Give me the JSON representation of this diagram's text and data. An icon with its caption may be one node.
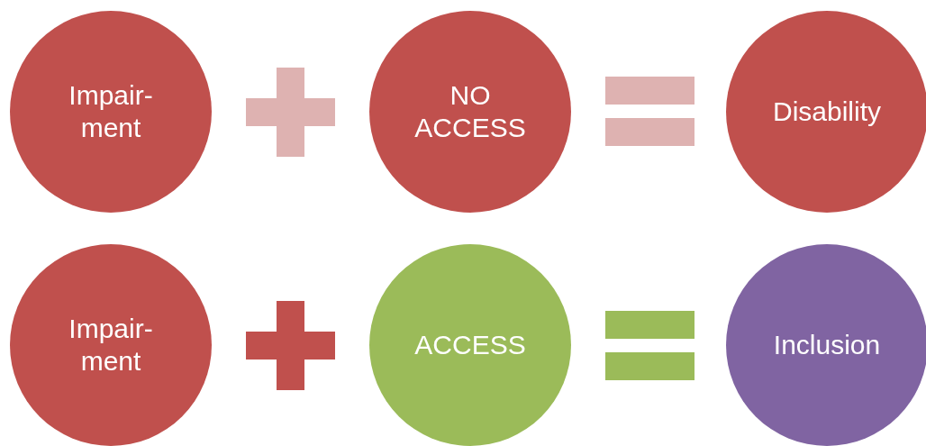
{
  "diagram": {
    "nodes": [
      {
        "text": [
          "Impair- ment"
        ]
      },
      {
        "text": [
          "NO ACCESS"
        ]
      },
      {
        "text": [
          "Disability"
        ]
      },
      {
        "text": [
          "Impair- ment"
        ]
      },
      {
        "text": [
          "ACCESS"
        ]
      },
      {
        "text": [
          "Inclusion"
        ]
      }
    ]
  }
}
